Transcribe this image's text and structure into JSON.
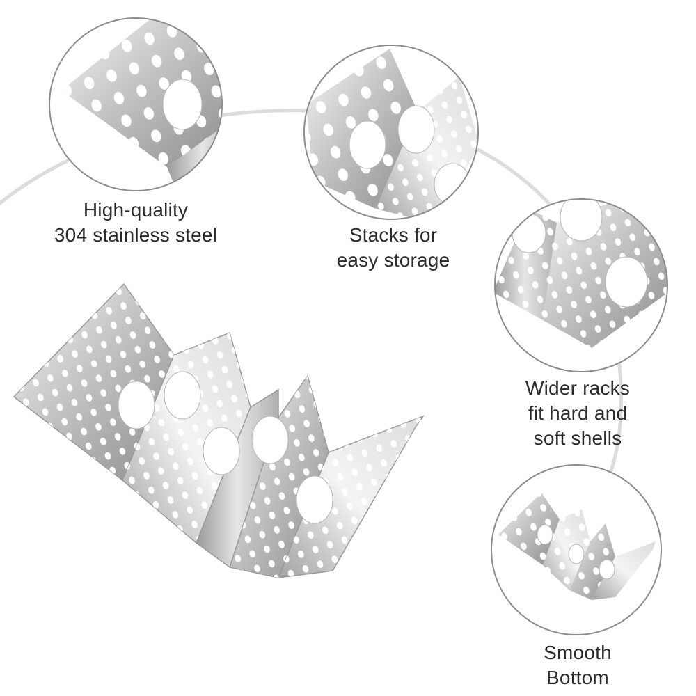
{
  "features": [
    {
      "id": "quality",
      "lines": [
        "High-quality",
        "304 stainless steel"
      ]
    },
    {
      "id": "stacks",
      "lines": [
        "Stacks for",
        "easy storage"
      ]
    },
    {
      "id": "wider",
      "lines": [
        "Wider racks",
        "fit hard and",
        "soft shells"
      ]
    },
    {
      "id": "smooth",
      "lines": [
        "Smooth",
        "Bottom"
      ]
    }
  ],
  "colors": {
    "background": "#ffffff",
    "arc": "#dcdcdc",
    "circle_border": "#8c8c8c",
    "steel_light": "#f2f2f2",
    "steel_mid": "#c9c9c9",
    "steel_dark": "#8f8f8f",
    "text": "#2b2b2b"
  }
}
